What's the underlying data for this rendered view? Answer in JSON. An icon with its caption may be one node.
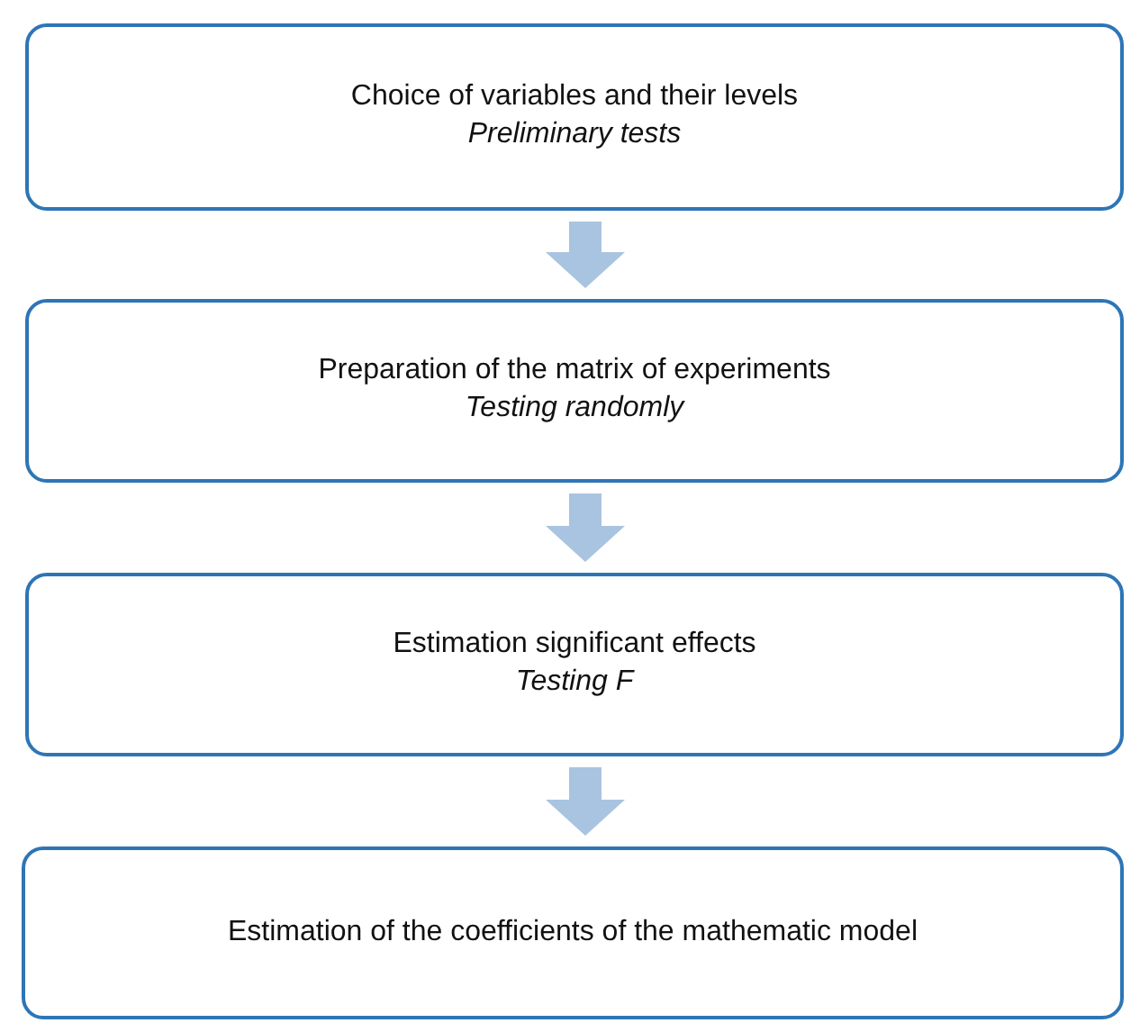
{
  "diagram": {
    "nodes": [
      {
        "text": [
          "Choice of variables and their levels",
          "Preliminary tests"
        ]
      },
      {
        "text": [
          "Preparation of the matrix of experiments",
          "Testing randomly"
        ]
      },
      {
        "text": [
          "Estimation significant effects",
          "Testing F"
        ]
      },
      {
        "text": [
          "Estimation of the coefficients of the mathematic model"
        ]
      }
    ],
    "edges": [
      {
        "from": 0,
        "to": 1,
        "arrow": "to"
      },
      {
        "from": 1,
        "to": 2,
        "arrow": "to"
      },
      {
        "from": 2,
        "to": 3,
        "arrow": "to"
      }
    ]
  }
}
